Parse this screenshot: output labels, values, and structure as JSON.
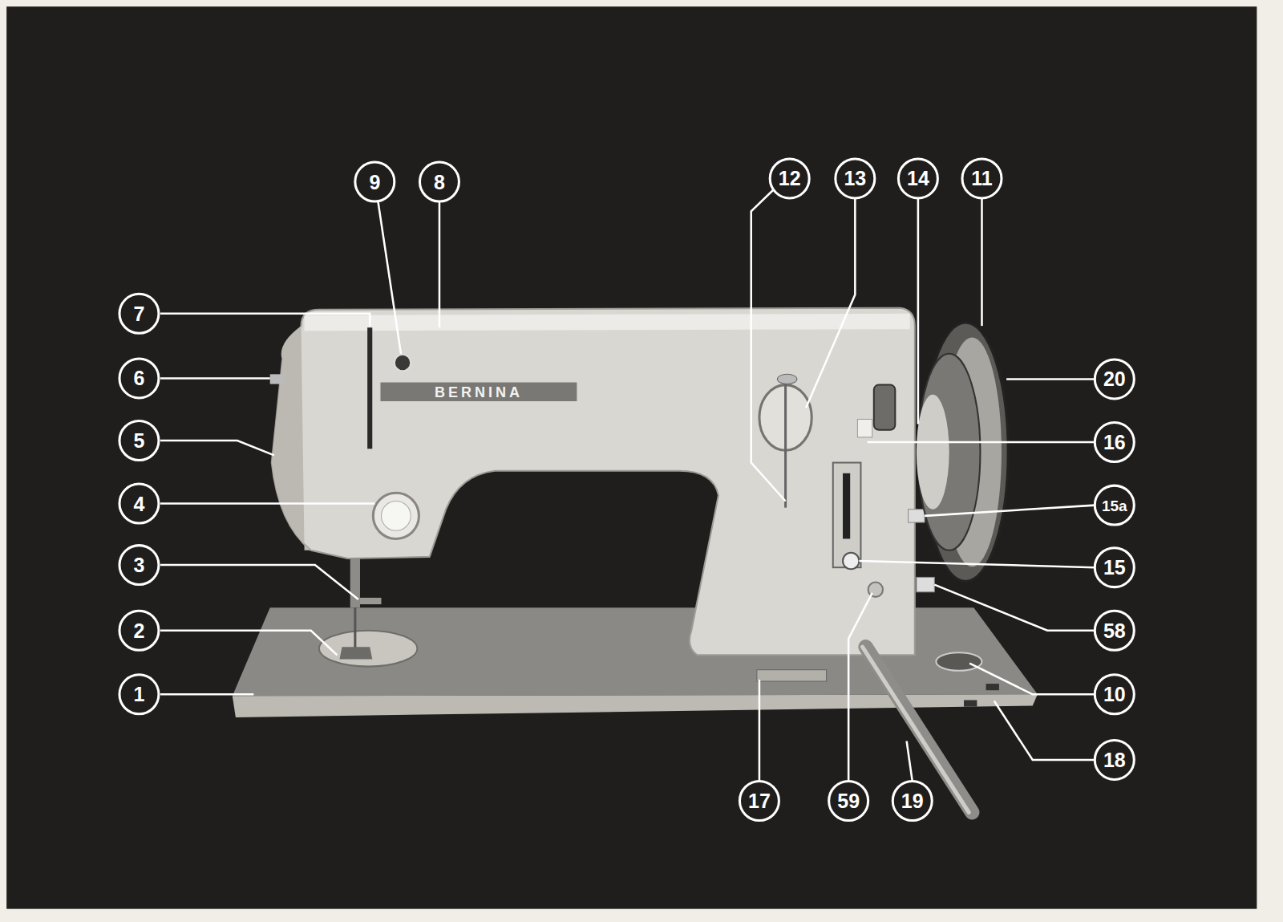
{
  "diagram": {
    "labels": [
      "9",
      "8",
      "12",
      "13",
      "14",
      "11",
      "7",
      "6",
      "5",
      "4",
      "3",
      "2",
      "1",
      "20",
      "16",
      "15a",
      "15",
      "58",
      "10",
      "18",
      "17",
      "59",
      "19",
      "BERNINA"
    ]
  }
}
